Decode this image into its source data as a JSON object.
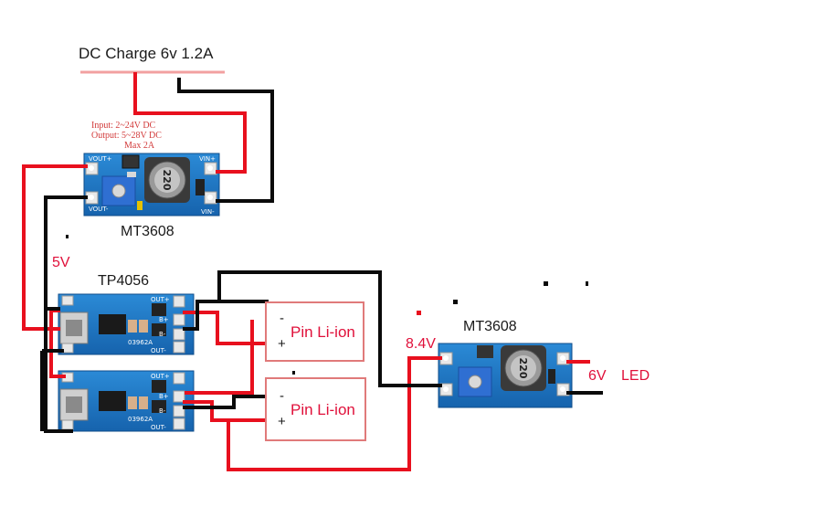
{
  "title": "DC Charge 6v 1.2A",
  "boost_top": {
    "name": "MT3608",
    "spec_lines": [
      "Input:  2~24V DC",
      "Output: 5~28V DC",
      "Max 2A"
    ],
    "pin_vout_plus": "VOUT+",
    "pin_vout_minus": "VOUT-",
    "pin_vin_plus": "VIN+",
    "pin_vin_minus": "VIN-",
    "inductor": "220"
  },
  "voltage_5v": "5V",
  "charger": {
    "name": "TP4056",
    "out_plus": "OUT+",
    "out_minus": "OUT-",
    "b_plus": "B+",
    "b_minus": "B-",
    "code": "03962A"
  },
  "battery_1": {
    "label": "Pin Li-ion",
    "minus": "-",
    "plus": "+"
  },
  "battery_2": {
    "label": "Pin Li-ion",
    "minus": "-",
    "plus": "+"
  },
  "boost_right": {
    "name": "MT3608",
    "input_voltage": "8.4V",
    "output_voltage": "6V",
    "load": "LED",
    "inductor": "220"
  },
  "colors": {
    "wire_red": "#e8101e",
    "wire_black": "#0a0a0a",
    "board_blue": "#1f78c8",
    "label_red": "#e0103a",
    "pin_box_border": "#e07a7a"
  }
}
